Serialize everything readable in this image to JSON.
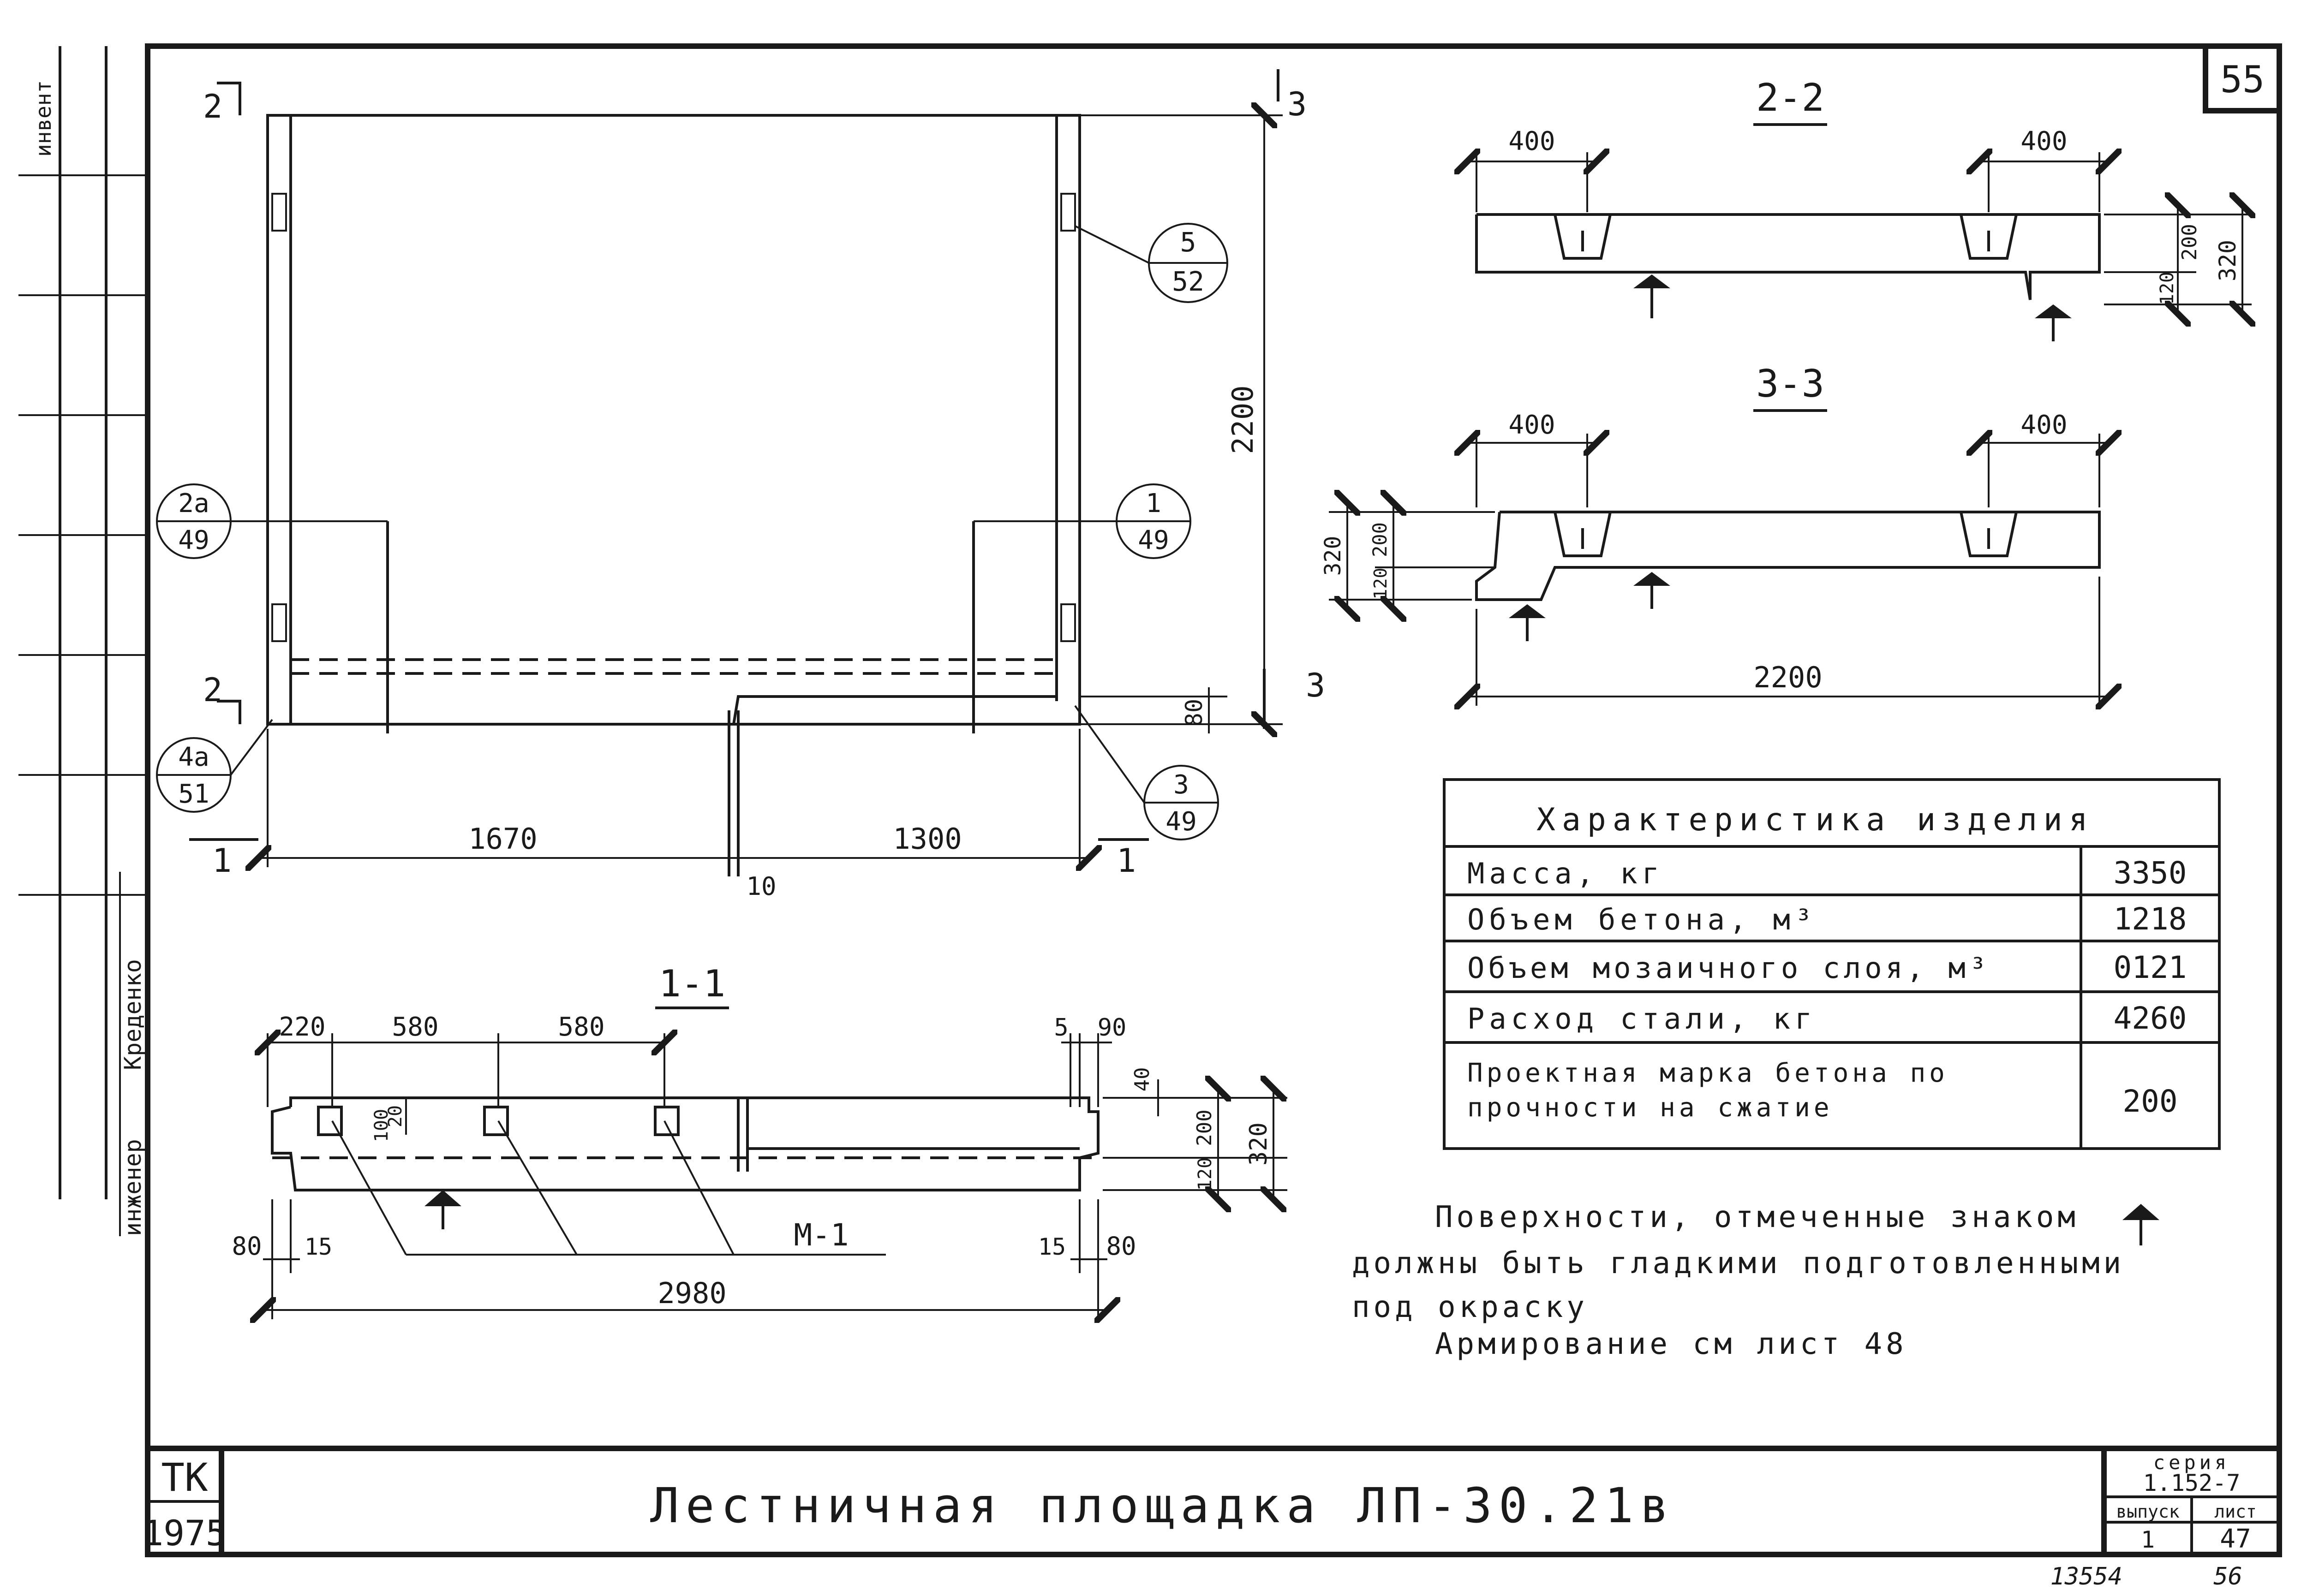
{
  "sheet": {
    "number": "55",
    "title": "Лестничная площадка ЛП-30.21в",
    "org": "ТК",
    "year": "1975",
    "series_label": "серия",
    "series_value": "1.152-7",
    "issue_label": "выпуск",
    "issue_value": "1",
    "sheet_label": "лист",
    "sheet_value": "47",
    "archive_number": "13554",
    "page_number": "56"
  },
  "side_stamp": {
    "invent": "инвент",
    "engineer": "инженер",
    "name": "Креденко"
  },
  "plan": {
    "cut_2": "2",
    "cut_3": "3",
    "cut_1": "1",
    "height_dim": "2200",
    "dim_80": "80",
    "dim_1670": "1670",
    "dim_1300": "1300",
    "dim_10": "10",
    "callouts": [
      {
        "top": "5",
        "bottom": "52"
      },
      {
        "top": "2а",
        "bottom": "49"
      },
      {
        "top": "1",
        "bottom": "49"
      },
      {
        "top": "4а",
        "bottom": "51"
      },
      {
        "top": "3",
        "bottom": "49"
      }
    ]
  },
  "section_11": {
    "label": "1-1",
    "dims_top": [
      "220",
      "580",
      "580"
    ],
    "dim_5": "5",
    "dim_90": "90",
    "dim_40": "40",
    "dim_20": "20",
    "dim_100": "100",
    "dim_200": "200",
    "dim_120": "120",
    "dim_320": "320",
    "dim_80_left": "80",
    "dim_15_left": "15",
    "dim_15_right": "15",
    "dim_80_right": "80",
    "total": "2980",
    "marker": "М-1"
  },
  "section_22": {
    "label": "2-2",
    "dim_left": "400",
    "dim_right": "400",
    "dim_200": "200",
    "dim_120": "120",
    "dim_320": "320"
  },
  "section_33": {
    "label": "3-3",
    "dim_left": "400",
    "dim_right": "400",
    "dim_320": "320",
    "dim_200": "200",
    "dim_120": "120",
    "total": "2200"
  },
  "characteristics": {
    "title": "Характеристика изделия",
    "rows": [
      {
        "name": "Масса, кг",
        "value": "3350"
      },
      {
        "name": "Объем бетона, м³",
        "value": "1218"
      },
      {
        "name": "Объем мозаичного слоя, м³",
        "value": "0121"
      },
      {
        "name": "Расход стали, кг",
        "value": "4260"
      },
      {
        "name_line1": "Проектная марка бетона по",
        "name_line2": "прочности на сжатие",
        "value": "200"
      }
    ]
  },
  "notes": {
    "line1": "Поверхности, отмеченные знаком",
    "line2": "должны быть гладкими подготовленными",
    "line3": "под окраску",
    "line4": "Армирование см лист 48"
  }
}
